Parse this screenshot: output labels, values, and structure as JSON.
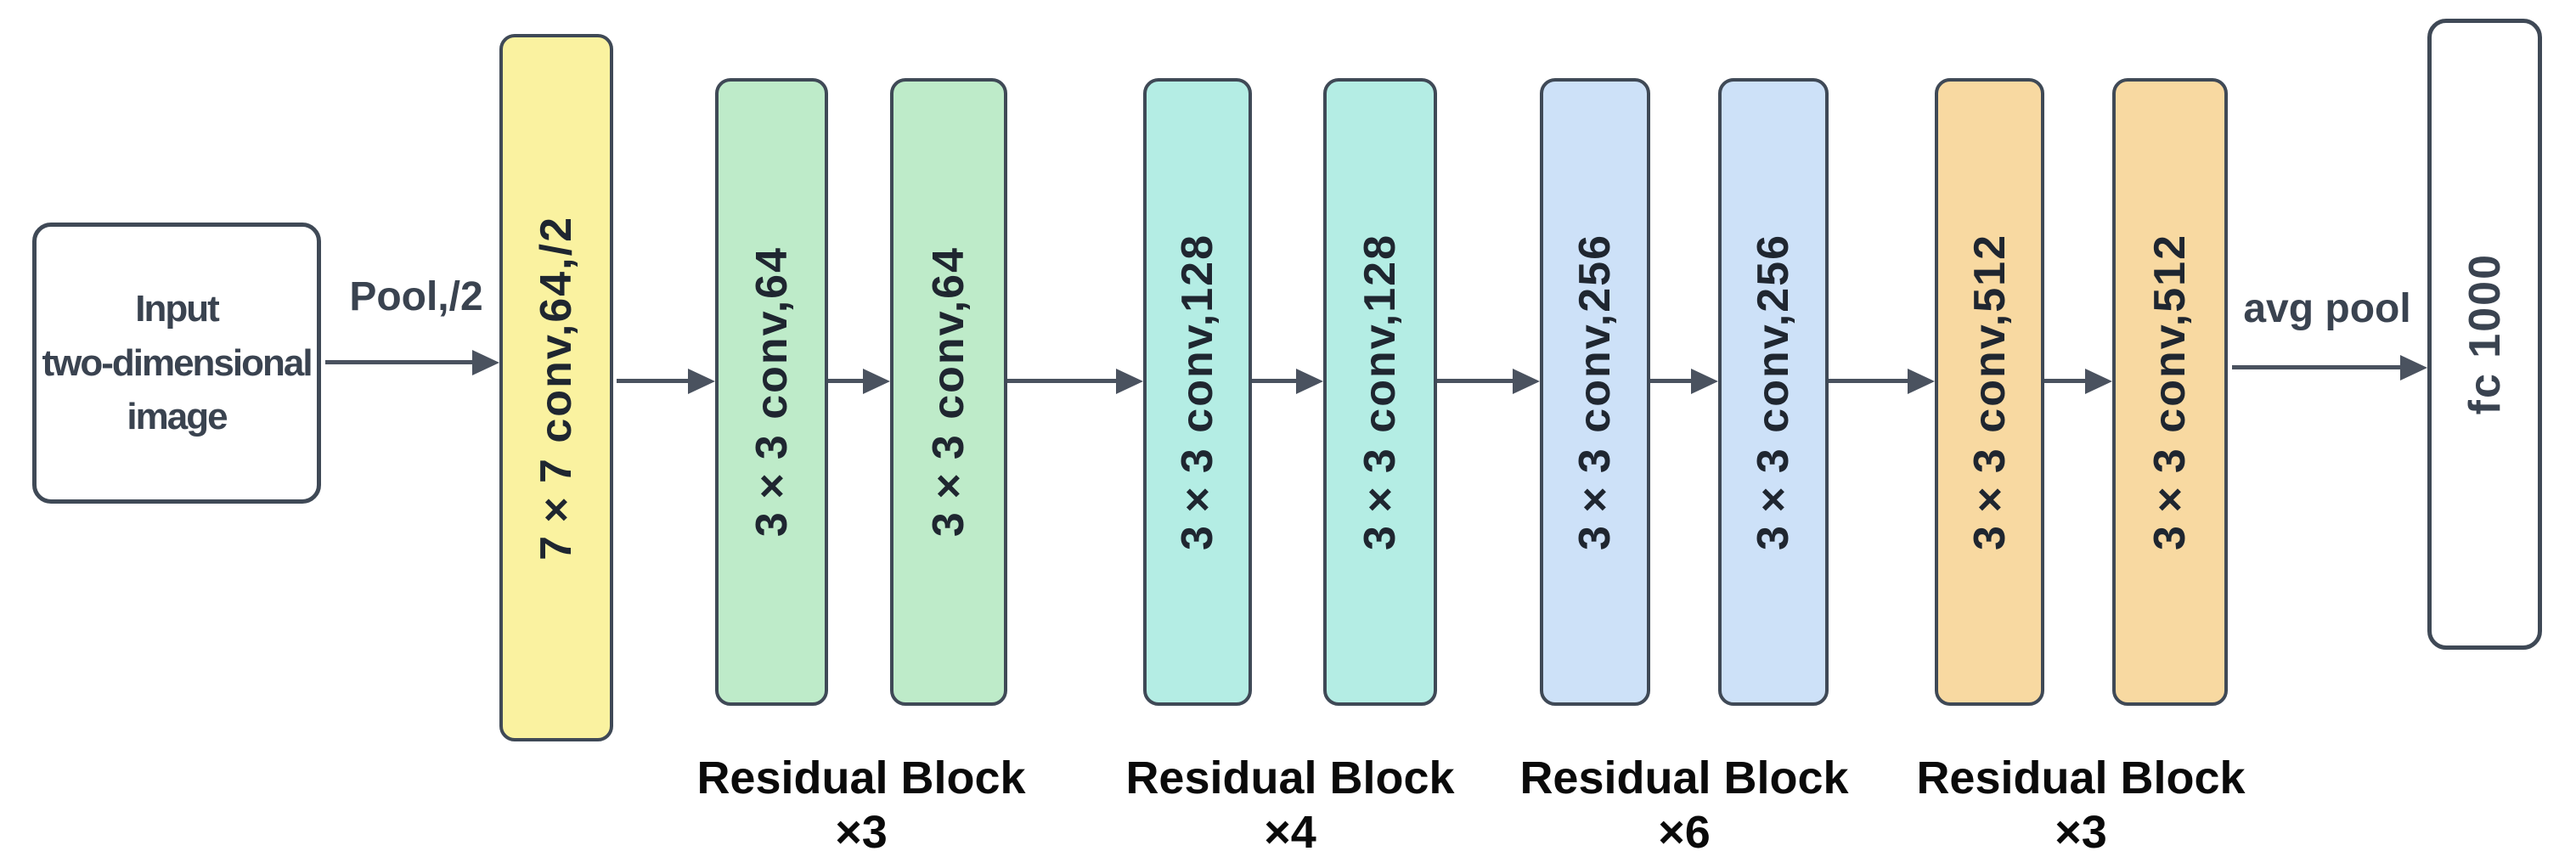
{
  "diagram": {
    "input_box": {
      "lines": [
        "Input",
        "two-dimensional",
        "image"
      ]
    },
    "edge_labels": {
      "pool": "Pool,/2",
      "avg_pool": "avg pool"
    },
    "conv_blocks": [
      {
        "label": "7×7 conv,64,/2",
        "color": "#FAF2A0"
      },
      {
        "label": "3×3 conv,64",
        "color": "#BEEBC9"
      },
      {
        "label": "3×3 conv,64",
        "color": "#BEEBC9"
      },
      {
        "label": "3×3 conv,128",
        "color": "#B4EDE4"
      },
      {
        "label": "3×3 conv,128",
        "color": "#B4EDE4"
      },
      {
        "label": "3×3 conv,256",
        "color": "#CDE1F8"
      },
      {
        "label": "3×3 conv,256",
        "color": "#CDE1F8"
      },
      {
        "label": "3×3 conv,512",
        "color": "#F8D9A1"
      },
      {
        "label": "3×3 conv,512",
        "color": "#F8D9A1"
      }
    ],
    "fc_box": {
      "label": "fc 1000"
    },
    "residual_groups": [
      {
        "line1": "Residual Block",
        "line2": "×3"
      },
      {
        "line1": "Residual Block",
        "line2": "×4"
      },
      {
        "line1": "Residual Block",
        "line2": "×6"
      },
      {
        "line1": "Residual Block",
        "line2": "×3"
      }
    ],
    "colors": {
      "yellow": "#FAF2A0",
      "green": "#BEEBC9",
      "cyan": "#B4EDE4",
      "blue": "#CDE1F8",
      "orange": "#F8D9A1",
      "border": "#3F4956",
      "arrow": "#4A525F",
      "block_text": "#1F2630",
      "label_text": "#3A4350",
      "group_label_text": "#0A0A0A"
    }
  }
}
